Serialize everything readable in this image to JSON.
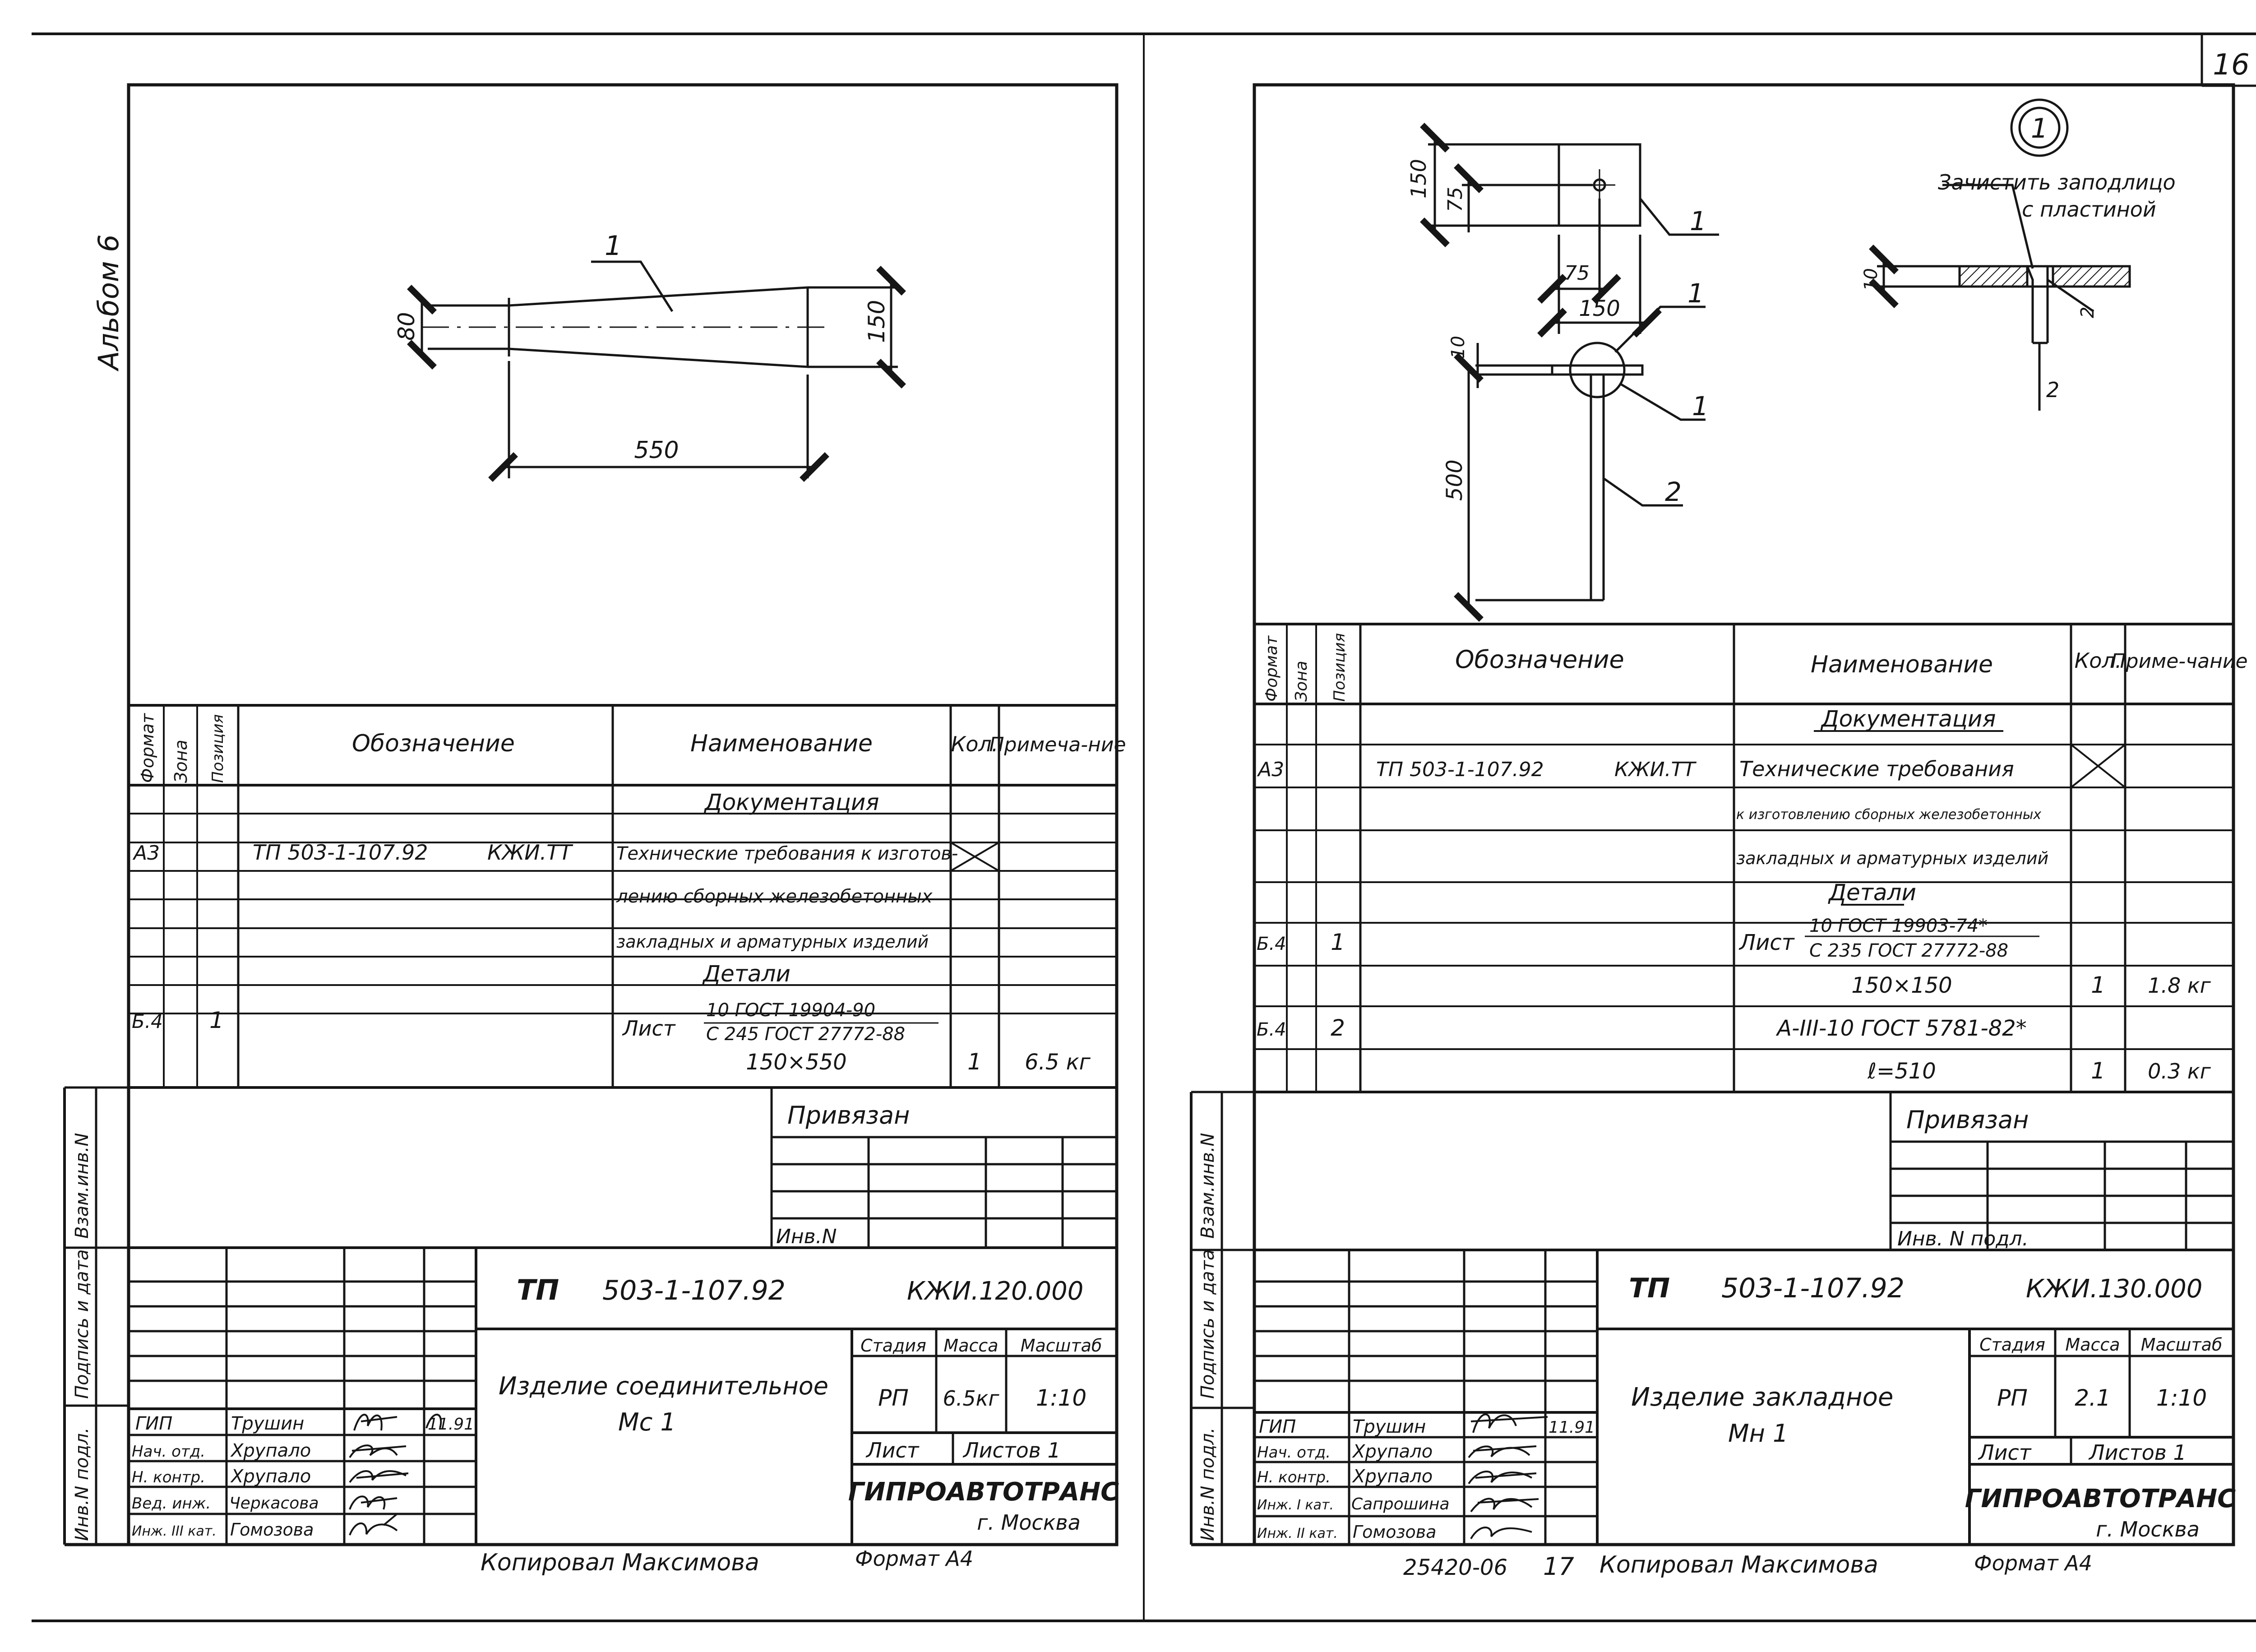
{
  "page_number": "16",
  "album_label": "Альбом 6",
  "left": {
    "drawing": {
      "part_callout": "1",
      "dim_left_height": "80",
      "dim_right_height": "150",
      "dim_length": "550"
    },
    "spec": {
      "headers": {
        "format": "Формат",
        "zone": "Зона",
        "position": "Позиция",
        "designation": "Обозначение",
        "name": "Наименование",
        "qty": "Кол.",
        "note": "Примеча-ние"
      },
      "section_docs": "Документация",
      "doc_format": "А3",
      "doc_designation": "ТП 503-1-107.92",
      "doc_code": "КЖИ.ТТ",
      "doc_name_lines": [
        "Технические требования к изготов-",
        "лению сборных железобетонных",
        "закладных и арматурных изделий"
      ],
      "section_parts": "Детали",
      "part_format": "Б.4",
      "part_pos": "1",
      "part_sheet": "Лист",
      "part_gost_top": "10 ГОСТ 19904-90",
      "part_gost_bottom": "С 245 ГОСТ 27772-88",
      "part_size": "150×550",
      "part_qty": "1",
      "part_mass": "6.5 кг"
    },
    "stamp": {
      "privyazan": "Привязан",
      "inv_n": "Инв.N",
      "side_labels": [
        "Взам.инв.N",
        "Подпись и дата",
        "Инв.N подл."
      ],
      "tp": "ТП",
      "tp_number": "503-1-107.92",
      "code": "КЖИ.120.000",
      "product_line1": "Изделие соединительное",
      "product_line2": "Мс 1",
      "stage_label": "Стадия",
      "mass_label": "Масса",
      "scale_label": "Масштаб",
      "stage": "РП",
      "mass": "6.5кг",
      "scale": "1:10",
      "list_label": "Лист",
      "sheets_label": "Листов 1",
      "org": "ГИПРОАВТОТРАНС",
      "city": "г. Москва",
      "roles": [
        "ГИП",
        "Нач. отд.",
        "Н. контр.",
        "Вед. инж.",
        "Инж. III кат."
      ],
      "names": [
        "Трушин",
        "Хрупало",
        "Хрупало",
        "Черкасова",
        "Гомозова"
      ],
      "date": "11.91"
    },
    "footer": {
      "copied": "Копировал Максимова",
      "format": "Формат А4"
    }
  },
  "right": {
    "drawing": {
      "plate_height": "150",
      "plate_half": "75",
      "hole_offset": "75",
      "plate_width": "150",
      "bar_length": "500",
      "plate_thickness": "10",
      "callout_1a": "1",
      "callout_1b": "1",
      "callout_1c": "1",
      "callout_2": "2",
      "detail_mark": "1",
      "detail_note_1": "Зачистить заподлицо",
      "detail_note_2": "с пластиной",
      "detail_thickness": "10",
      "detail_weld": "2",
      "detail_bar": "2"
    },
    "spec": {
      "headers": {
        "format": "Формат",
        "zone": "Зона",
        "position": "Позиция",
        "designation": "Обозначение",
        "name": "Наименование",
        "qty": "Кол.",
        "note": "Приме-чание"
      },
      "section_docs": "Документация",
      "doc_format": "А3",
      "doc_designation": "ТП 503-1-107.92",
      "doc_code": "КЖИ.ТТ",
      "doc_name_lines": [
        "Технические требования",
        "к изготовлению сборных железобетонных",
        "закладных и арматурных изделий"
      ],
      "section_parts": "Детали",
      "p1_format": "Б.4",
      "p1_pos": "1",
      "p1_sheet": "Лист",
      "p1_gost_top": "10 ГОСТ 19903-74*",
      "p1_gost_bottom": "С 235 ГОСТ 27772-88",
      "p1_size": "150×150",
      "p1_qty": "1",
      "p1_mass": "1.8 кг",
      "p2_format": "Б.4",
      "p2_pos": "2",
      "p2_name": "А-III-10 ГОСТ 5781-82*",
      "p2_length": "ℓ=510",
      "p2_qty": "1",
      "p2_mass": "0.3 кг"
    },
    "stamp": {
      "privyazan": "Привязан",
      "inv_n": "Инв. N подл.",
      "side_labels": [
        "Взам.инв.N",
        "Подпись и дата",
        "Инв.N подл."
      ],
      "tp": "ТП",
      "tp_number": "503-1-107.92",
      "code": "КЖИ.130.000",
      "product_line1": "Изделие закладное",
      "product_line2": "Мн 1",
      "stage_label": "Стадия",
      "mass_label": "Масса",
      "scale_label": "Масштаб",
      "stage": "РП",
      "mass": "2.1",
      "scale": "1:10",
      "list_label": "Лист",
      "sheets_label": "Листов 1",
      "org": "ГИПРОАВТОТРАНС",
      "city": "г. Москва",
      "roles": [
        "ГИП",
        "Нач. отд.",
        "Н. контр.",
        "Инж. I кат.",
        "Инж. II кат."
      ],
      "names": [
        "Трушин",
        "Хрупало",
        "Хрупало",
        "Сапрошина",
        "Гомозова"
      ],
      "date": "11.91"
    },
    "footer": {
      "number": "25420-06",
      "sheet": "17",
      "copied": "Копировал Максимова",
      "format": "Формат А4"
    }
  }
}
